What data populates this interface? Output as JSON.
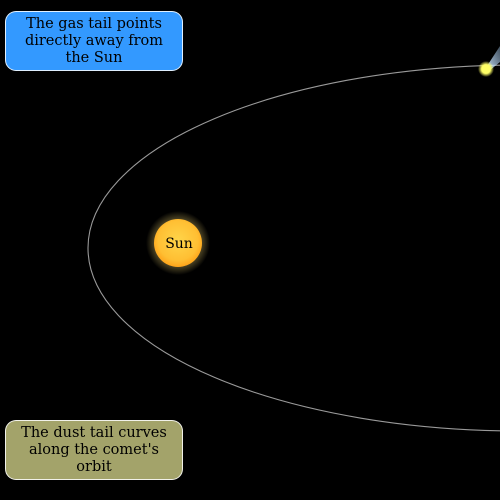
{
  "callouts": {
    "gas_tail": "The gas tail points directly away from the Sun",
    "dust_tail": "The dust tail curves along the comet's orbit"
  },
  "sun": {
    "label": "Sun"
  },
  "colors": {
    "background": "#000000",
    "orbit": "#9a9a9a",
    "sun_core": "#ffd54a",
    "sun_edge": "#ffa41a",
    "comet_nucleus": "#ffff66",
    "gas_callout": "#3399ff",
    "dust_callout": "#a3a36a"
  }
}
